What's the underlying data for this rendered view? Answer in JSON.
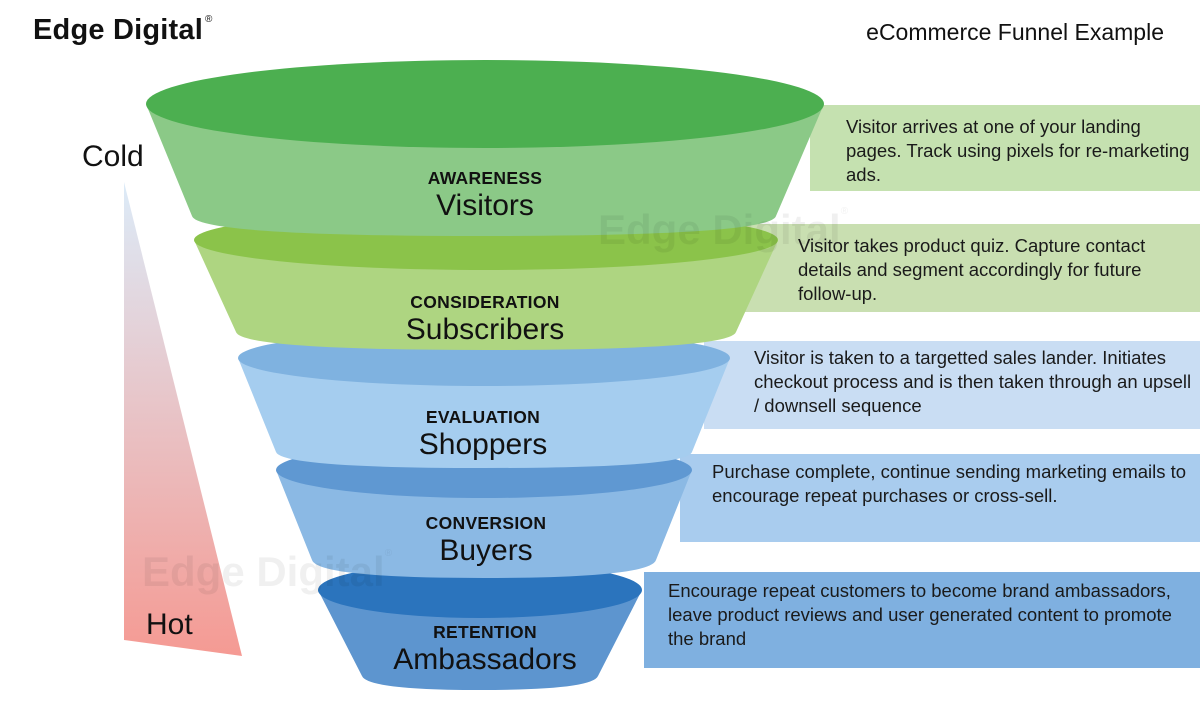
{
  "header": {
    "brand": "Edge Digital",
    "brand_mark": "®",
    "title": "eCommerce Funnel Example"
  },
  "scale": {
    "top_label": "Cold",
    "bottom_label": "Hot"
  },
  "watermark": {
    "text": "Edge Digital",
    "mark": "®"
  },
  "stages": [
    {
      "category": "AWARENESS",
      "audience": "Visitors",
      "description": "Visitor arrives at one of your landing pages. Track using pixels for re-marketing ads.",
      "color_top": "#4caf50",
      "color_body": "#8bc987",
      "color_desc": "#c5e1b0"
    },
    {
      "category": "CONSIDERATION",
      "audience": "Subscribers",
      "description": "Visitor takes product quiz. Capture contact details and segment accordingly for future follow-up.",
      "color_top": "#8bc34a",
      "color_body": "#aed581",
      "color_desc": "#c9dfb1"
    },
    {
      "category": "EVALUATION",
      "audience": "Shoppers",
      "description": "Visitor is taken to a targetted sales lander. Initiates checkout process and is then taken through an upsell / downsell sequence",
      "color_top": "#7fb2e0",
      "color_body": "#a5cdef",
      "color_desc": "#c9ddf3"
    },
    {
      "category": "CONVERSION",
      "audience": "Buyers",
      "description": "Purchase complete, continue sending marketing emails to encourage repeat purchases or cross-sell.",
      "color_top": "#5f98d2",
      "color_body": "#8bb9e4",
      "color_desc": "#a9ccee"
    },
    {
      "category": "RETENTION",
      "audience": "Ambassadors",
      "description": "Encourage repeat customers to become brand ambassadors, leave product reviews and user generated content to promote the brand",
      "color_top": "#2b74bd",
      "color_body": "#5d95cf",
      "color_desc": "#7fb0e0"
    }
  ],
  "colors": {
    "cold": "#dcebf8",
    "hot": "#f59a93"
  }
}
